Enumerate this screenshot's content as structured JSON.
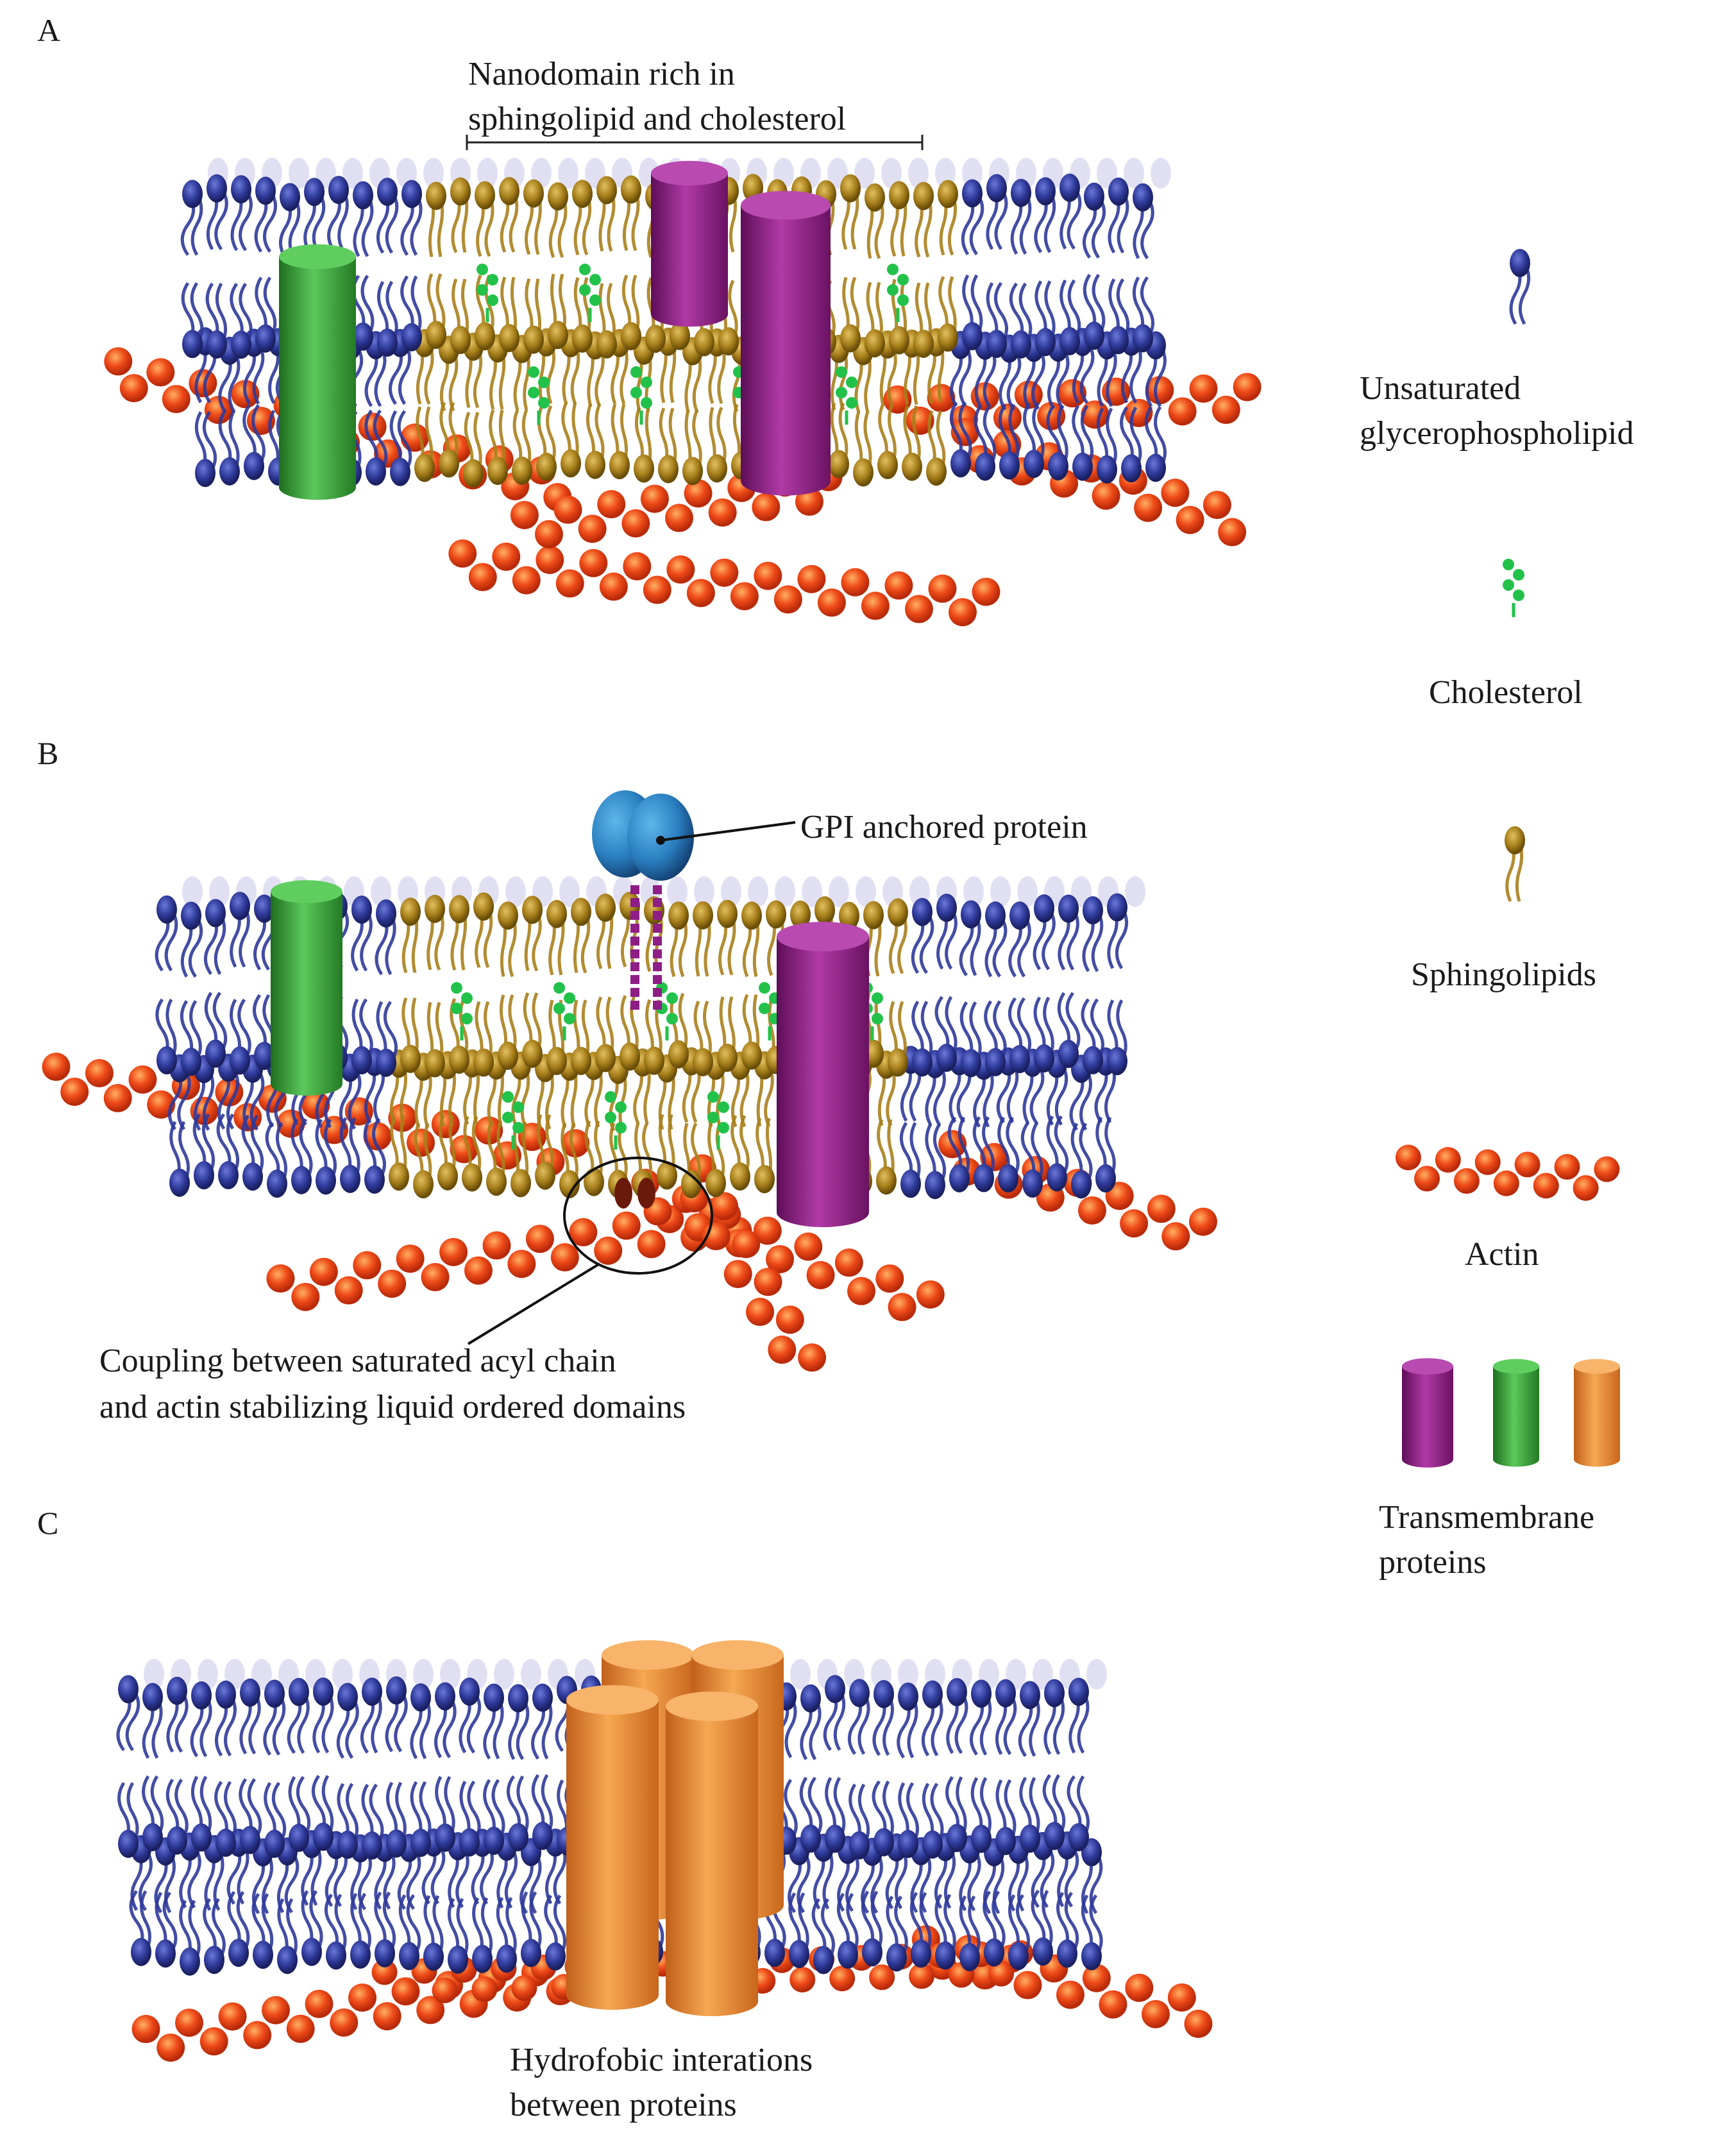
{
  "panels": {
    "a": {
      "letter": "A",
      "annotation_line1": "Nanodomain rich in",
      "annotation_line2": "sphingolipid and cholesterol"
    },
    "b": {
      "letter": "B",
      "gpi_label": "GPI anchored protein",
      "coupling_line1": "Coupling between saturated acyl chain",
      "coupling_line2": "and actin stabilizing liquid ordered domains"
    },
    "c": {
      "letter": "C",
      "hydro_line1": "Hydrofobic interations",
      "hydro_line2": "between proteins"
    }
  },
  "legend": {
    "unsaturated_line1": "Unsaturated",
    "unsaturated_line2": "glycerophospholipid",
    "cholesterol": "Cholesterol",
    "sphingolipids": "Sphingolipids",
    "actin": "Actin",
    "transmembrane_line1": "Transmembrane",
    "transmembrane_line2": "proteins"
  },
  "colors": {
    "glycerophospholipid": "#2f3a9a",
    "cholesterol": "#22c24a",
    "sphingolipid": "#a8801c",
    "actin": "#ee4a18",
    "protein_purple": "#8e1e86",
    "protein_green": "#3aa83a",
    "protein_orange": "#f08a2a",
    "gpi_protein": "#2a7fc0"
  }
}
